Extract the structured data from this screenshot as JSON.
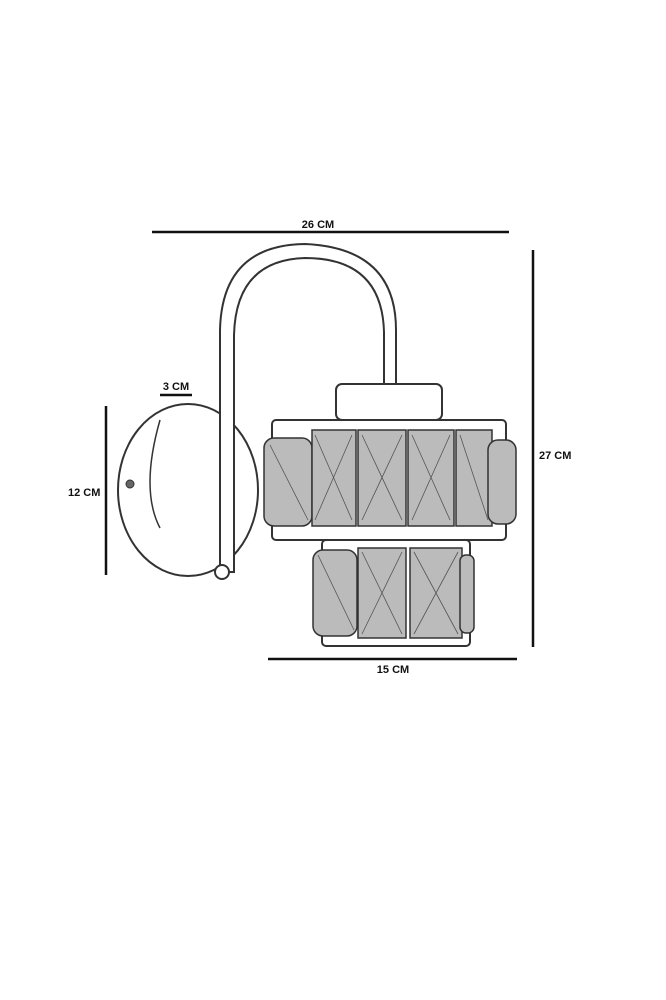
{
  "dimensions": {
    "width_total": "26 CM",
    "height_total": "27 CM",
    "plate_height": "12 CM",
    "plate_depth": "3 CM",
    "shade_width": "15 CM"
  },
  "colors": {
    "line": "#111111",
    "drawing": "#333333",
    "background": "#ffffff"
  }
}
